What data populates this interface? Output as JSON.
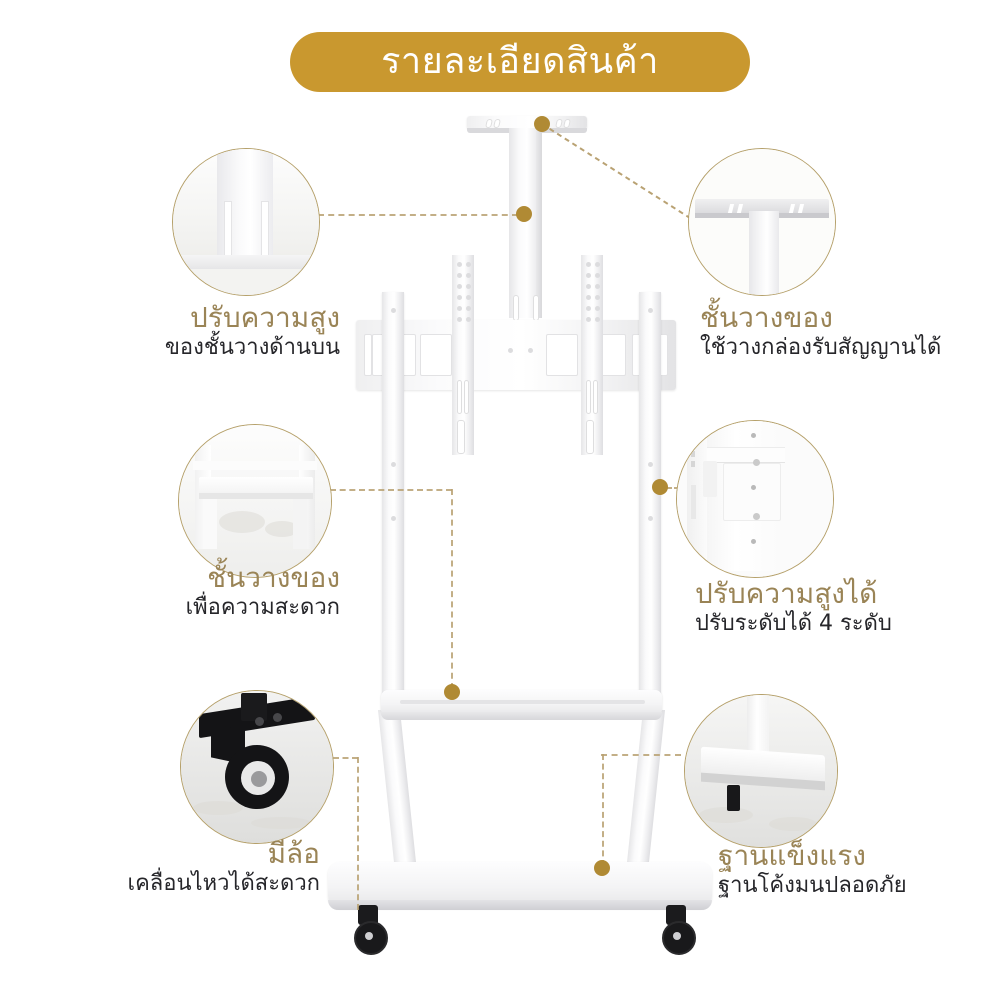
{
  "banner": {
    "title": "รายละเอียดสินค้า",
    "bg_color": "#c9982f",
    "text_color": "#ffffff"
  },
  "theme": {
    "heading_color": "#9a8456",
    "sub_color": "#26262a",
    "leader_color": "#b9a273",
    "dot_color": "#b08a34",
    "circle_border_color": "#b5a06a"
  },
  "callouts": [
    {
      "id": "top-shelf-height",
      "position": "top-left",
      "heading": "ปรับความสูง",
      "subtext": "ของชั้นวางด้านบน",
      "image_name": "top-shelf-post-closeup"
    },
    {
      "id": "top-shelf",
      "position": "top-right",
      "heading": "ชั้นวางของ",
      "subtext": "ใช้วางกล่องรับสัญญานได้",
      "image_name": "top-shelf-bracket-closeup"
    },
    {
      "id": "storage-shelf",
      "position": "middle-left",
      "heading": "ชั้นวางของ",
      "subtext": "เพื่อความสะดวก",
      "image_name": "storage-shelf-closeup"
    },
    {
      "id": "adjustable-height",
      "position": "middle-right",
      "heading": "ปรับความสูงได้",
      "subtext": "ปรับระดับได้ 4 ระดับ",
      "image_name": "height-adjust-bracket-closeup"
    },
    {
      "id": "wheels",
      "position": "bottom-left",
      "heading": "มีล้อ",
      "subtext": "เคลื่อนไหวได้สะดวก",
      "image_name": "caster-wheel-closeup"
    },
    {
      "id": "strong-base",
      "position": "bottom-right",
      "heading": "ฐานแข็งแรง",
      "subtext": "ฐานโค้งมนปลอดภัย",
      "image_name": "base-plate-closeup"
    }
  ],
  "product": {
    "name": "tv-floor-stand-cart",
    "parts": [
      "top-camera-shelf",
      "top-shelf-post",
      "vesa-mount-plate",
      "vertical-rail-left",
      "vertical-rail-right",
      "main-column-left",
      "main-column-right",
      "middle-shelf",
      "base-plate",
      "caster-left",
      "caster-right"
    ]
  }
}
